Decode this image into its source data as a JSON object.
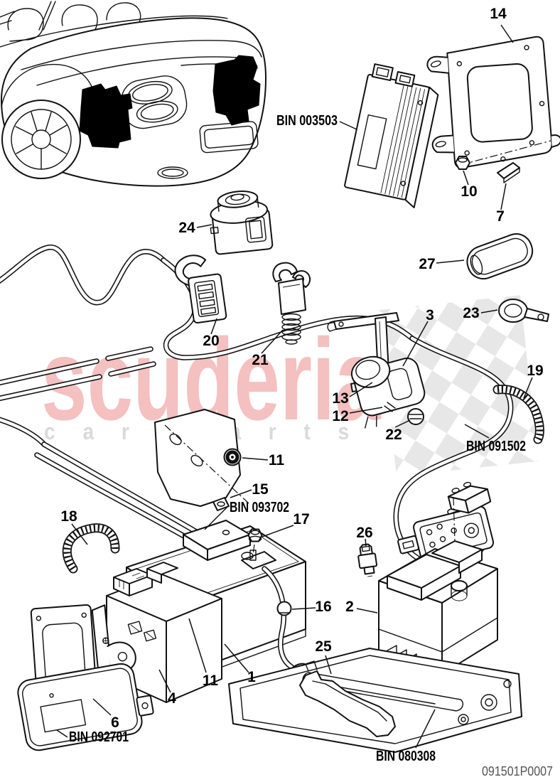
{
  "colors": {
    "line": "#111111",
    "watermark_pink": "#f4c0c0",
    "watermark_gray": "#dadada",
    "checker_gray": "#e7e7e7",
    "doc_code_gray": "#555555",
    "background": "#ffffff"
  },
  "watermark": {
    "brand": "scuderia",
    "tagline": "car parts"
  },
  "doc_code": "091501P0007",
  "bin_labels": {
    "module": "BIN 003503",
    "cable": "BIN 091502",
    "battery_monitor": "BIN 093702",
    "sensor": "BIN 092701",
    "tray": "BIN 080308"
  },
  "callouts": {
    "c14": "14",
    "c10": "10",
    "c7": "7",
    "c24": "24",
    "c27": "27",
    "c23": "23",
    "c20": "20",
    "c21": "21",
    "c3": "3",
    "c13": "13",
    "c12": "12",
    "c22": "22",
    "c19": "19",
    "c11a": "11",
    "c15": "15",
    "c17": "17",
    "c18": "18",
    "c26": "26",
    "c16": "16",
    "c2": "2",
    "c25": "25",
    "c1": "1",
    "c11b": "11",
    "c4": "4",
    "c6": "6"
  }
}
